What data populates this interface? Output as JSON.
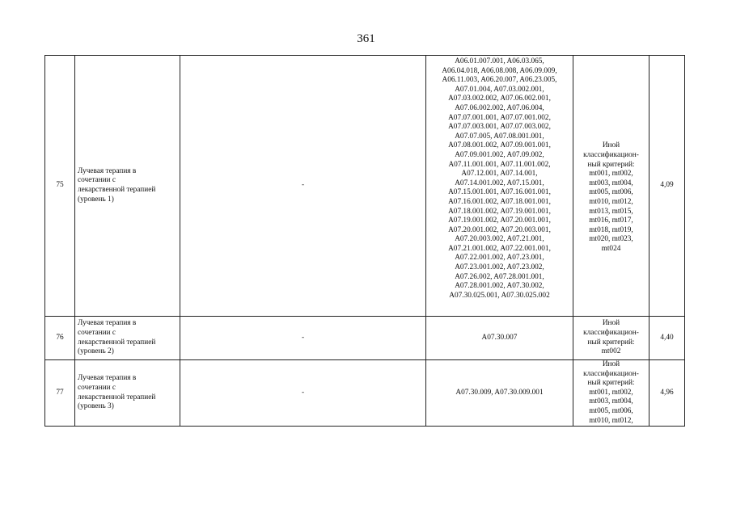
{
  "page": {
    "number": "361"
  },
  "rows": [
    {
      "num": "75",
      "name_lines": [
        "Лучевая терапия в",
        "сочетании с",
        "лекарственной терапией",
        "(уровень 1)"
      ],
      "dash": "-",
      "codes_lines": [
        "A06.01.007.001, A06.03.065,",
        "A06.04.018, A06.08.008, A06.09.009,",
        "A06.11.003, A06.20.007, A06.23.005,",
        "A07.01.004, A07.03.002.001,",
        "A07.03.002.002, A07.06.002.001,",
        "A07.06.002.002, A07.06.004,",
        "A07.07.001.001, A07.07.001.002,",
        "A07.07.003.001, A07.07.003.002,",
        "A07.07.005, A07.08.001.001,",
        "A07.08.001.002, A07.09.001.001,",
        "A07.09.001.002, A07.09.002,",
        "A07.11.001.001, A07.11.001.002,",
        "A07.12.001, A07.14.001,",
        "A07.14.001.002, A07.15.001,",
        "A07.15.001.001, A07.16.001.001,",
        "A07.16.001.002, A07.18.001.001,",
        "A07.18.001.002, A07.19.001.001,",
        "A07.19.001.002, A07.20.001.001,",
        "A07.20.001.002, A07.20.003.001,",
        "A07.20.003.002, A07.21.001,",
        "A07.21.001.002, A07.22.001.001,",
        "A07.22.001.002, A07.23.001,",
        "A07.23.001.002, A07.23.002,",
        "A07.26.002, A07.28.001.001,",
        "A07.28.001.002, A07.30.002,",
        "A07.30.025.001, A07.30.025.002"
      ],
      "crit_lines": [
        "Иной",
        "классификацион-",
        "ный критерий:",
        "mt001, mt002,",
        "mt003, mt004,",
        "mt005, mt006,",
        "mt010, mt012,",
        "mt013, mt015,",
        "mt016, mt017,",
        "mt018, mt019,",
        "mt020, mt023,",
        "mt024"
      ],
      "coef": "4,09"
    },
    {
      "num": "76",
      "name_lines": [
        "Лучевая терапия в",
        "сочетании с",
        "лекарственной терапией",
        "(уровень 2)"
      ],
      "dash": "-",
      "codes_lines": [
        "A07.30.007"
      ],
      "crit_lines": [
        "Иной",
        "классификацион-",
        "ный критерий:",
        "mt002"
      ],
      "coef": "4,40"
    },
    {
      "num": "77",
      "name_lines": [
        "Лучевая терапия в",
        "сочетании с",
        "лекарственной терапией",
        "(уровень 3)"
      ],
      "dash": "-",
      "codes_lines": [
        "A07.30.009, A07.30.009.001"
      ],
      "crit_lines": [
        "Иной",
        "классификацион-",
        "ный критерий:",
        "mt001, mt002,",
        "mt003, mt004,",
        "mt005, mt006,",
        "mt010, mt012,"
      ],
      "coef": "4,96"
    }
  ]
}
